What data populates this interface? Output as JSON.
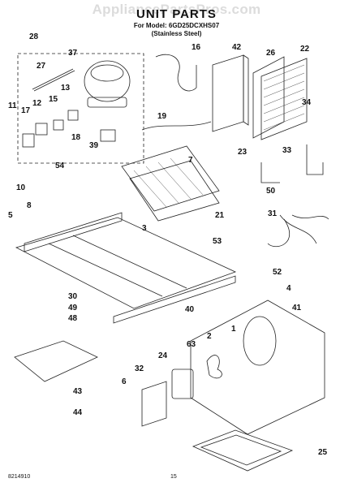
{
  "header": {
    "watermark": "AppliancePartsPros.com",
    "title": "UNIT PARTS",
    "model_line": "For Model: 6GD25DCXHS07",
    "finish": "(Stainless Steel)"
  },
  "callouts": [
    "28",
    "27",
    "37",
    "16",
    "42",
    "26",
    "22",
    "11",
    "17",
    "12",
    "13",
    "15",
    "34",
    "18",
    "39",
    "19",
    "7",
    "23",
    "33",
    "10",
    "54",
    "8",
    "50",
    "21",
    "31",
    "5",
    "3",
    "53",
    "30",
    "52",
    "49",
    "4",
    "48",
    "40",
    "41",
    "1",
    "2",
    "63",
    "6",
    "32",
    "24",
    "43",
    "44",
    "25"
  ],
  "footer": {
    "doc_number": "8214910",
    "page_number": "15"
  }
}
